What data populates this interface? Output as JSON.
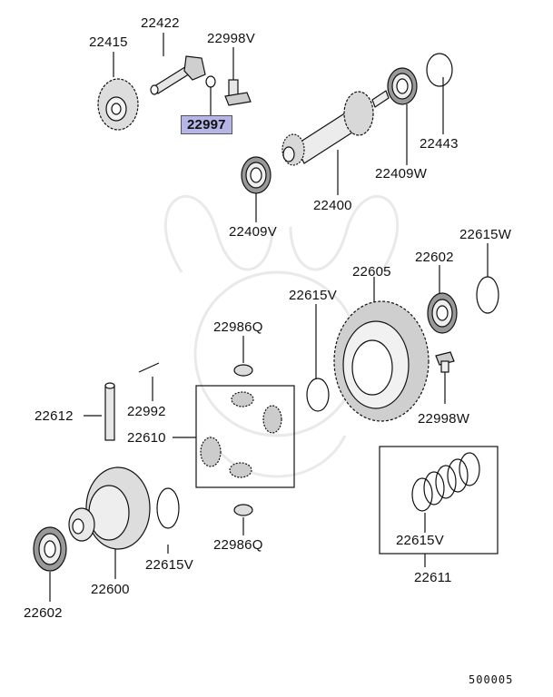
{
  "labels": {
    "p22415": "22415",
    "p22422": "22422",
    "p22998v": "22998V",
    "p22997": "22997",
    "p22443": "22443",
    "p22409w": "22409W",
    "p22400": "22400",
    "p22409v": "22409V",
    "p22615w": "22615W",
    "p22602_top": "22602",
    "p22605": "22605",
    "p22615v_mid": "22615V",
    "p22986q_top": "22986Q",
    "p22612": "22612",
    "p22992": "22992",
    "p22610": "22610",
    "p22998w": "22998W",
    "p22986q_bot": "22986Q",
    "p22615v_right": "22615V",
    "p22611": "22611",
    "p22615v_low": "22615V",
    "p22600": "22600",
    "p22602_bot": "22602"
  },
  "diagram_code": "500005",
  "colors": {
    "highlight": "#b5b5e8",
    "line": "#111111"
  }
}
